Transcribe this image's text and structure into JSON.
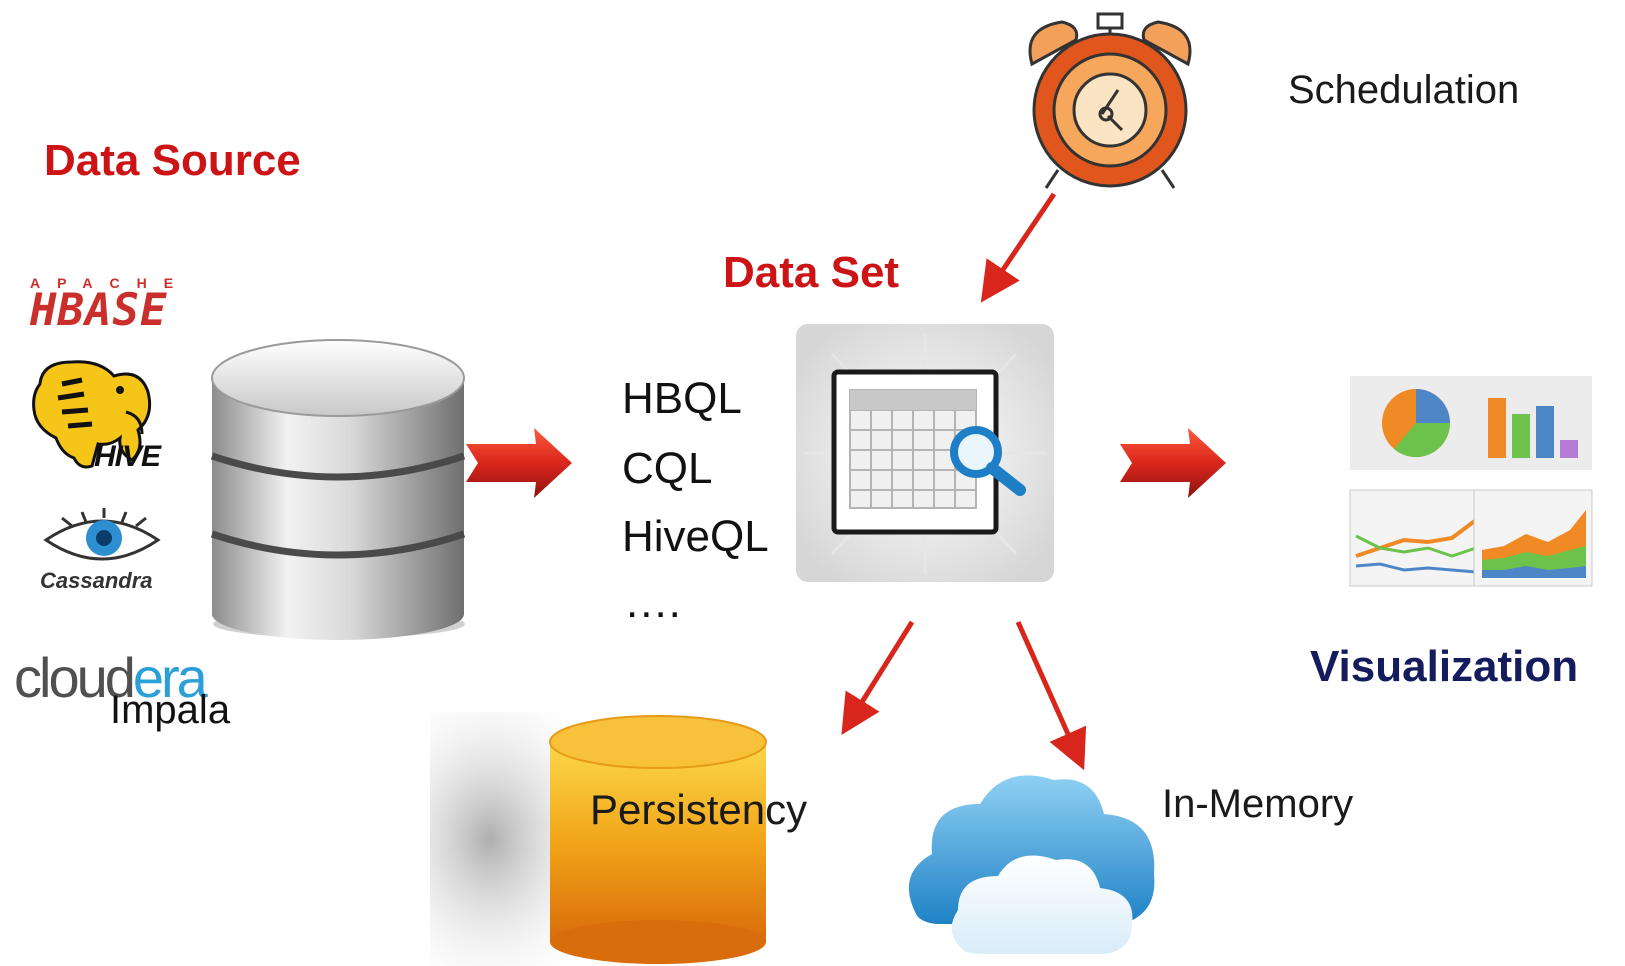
{
  "labels": {
    "data_source": "Data Source",
    "data_set": "Data Set",
    "schedulation": "Schedulation",
    "visualization": "Visualization",
    "persistency": "Persistency",
    "in_memory": "In-Memory"
  },
  "queries": [
    "HBQL",
    "CQL",
    "HiveQL",
    "...."
  ],
  "sources": {
    "hbase_top": "APACHE",
    "hbase_main": "HBASE",
    "hive": "HIVE",
    "cassandra": "Cassandra",
    "cloudera_a": "cloud",
    "cloudera_b": "era",
    "impala": "Impala"
  },
  "colors": {
    "title_red": "#cc1417",
    "title_navy": "#141c5e",
    "arrow_red": "#d9261c",
    "cloudera_blue": "#2a9fd8"
  },
  "icons": [
    "database-icon",
    "alarm-clock-icon",
    "dataset-table-icon",
    "magnifier-icon",
    "pie-chart-icon",
    "bar-chart-icon",
    "line-chart-icon",
    "area-chart-icon",
    "cylinder-storage-icon",
    "cloud-icon",
    "hive-elephant-icon",
    "cassandra-eye-icon"
  ]
}
